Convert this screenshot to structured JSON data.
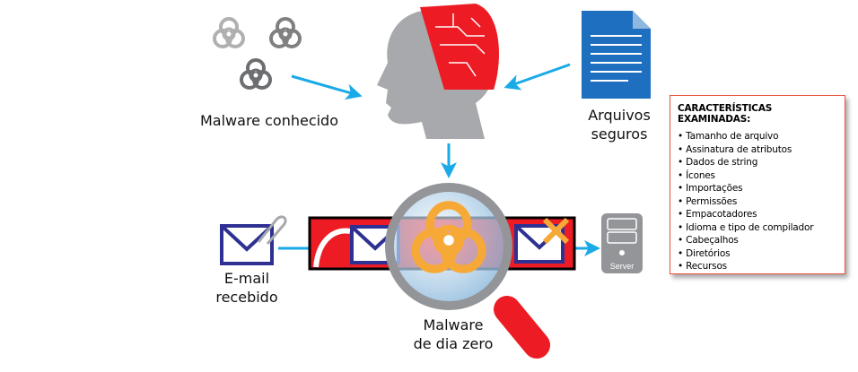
{
  "labels": {
    "known_malware": "Malware conhecido",
    "safe_files_1": "Arquivos",
    "safe_files_2": "seguros",
    "email_1": "E-mail",
    "email_2": "recebido",
    "zero_day_1": "Malware",
    "zero_day_2": "de dia zero",
    "server": "Server"
  },
  "features_box": {
    "title": "CARACTERÍSTICAS EXAMINADAS:",
    "items": [
      "Tamanho de arquivo",
      "Assinatura de atributos",
      "Dados de string",
      "Ícones",
      "Importações",
      "Permissões",
      "Empacotadores",
      "Idioma e tipo de compilador",
      "Cabeçalhos",
      "Diretórios",
      "Recursos"
    ]
  },
  "colors": {
    "arrow": "#1aaae8",
    "red": "#ed1c24",
    "navy": "#2e3192",
    "doc": "#1f6fc0",
    "orange": "#f7a937",
    "gray": "#939598"
  }
}
